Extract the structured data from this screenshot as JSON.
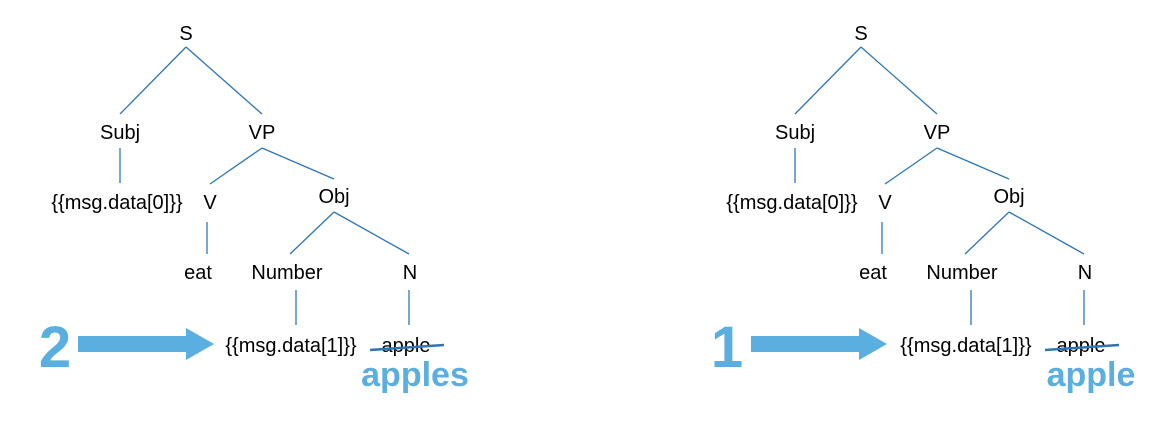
{
  "accent_color": "#5aaee0",
  "edge_color": "#2e75b6",
  "trees": [
    {
      "nodes": {
        "s": "S",
        "subj": "Subj",
        "vp": "VP",
        "subj_fill": "{{msg.data[0]}}",
        "v": "V",
        "obj": "Obj",
        "eat": "eat",
        "number": "Number",
        "n": "N",
        "number_fill": "{{msg.data[1]}}",
        "noun": "apple"
      },
      "marker": "2",
      "replacement": "apples"
    },
    {
      "nodes": {
        "s": "S",
        "subj": "Subj",
        "vp": "VP",
        "subj_fill": "{{msg.data[0]}}",
        "v": "V",
        "obj": "Obj",
        "eat": "eat",
        "number": "Number",
        "n": "N",
        "number_fill": "{{msg.data[1]}}",
        "noun": "apple"
      },
      "marker": "1",
      "replacement": "apple"
    }
  ]
}
